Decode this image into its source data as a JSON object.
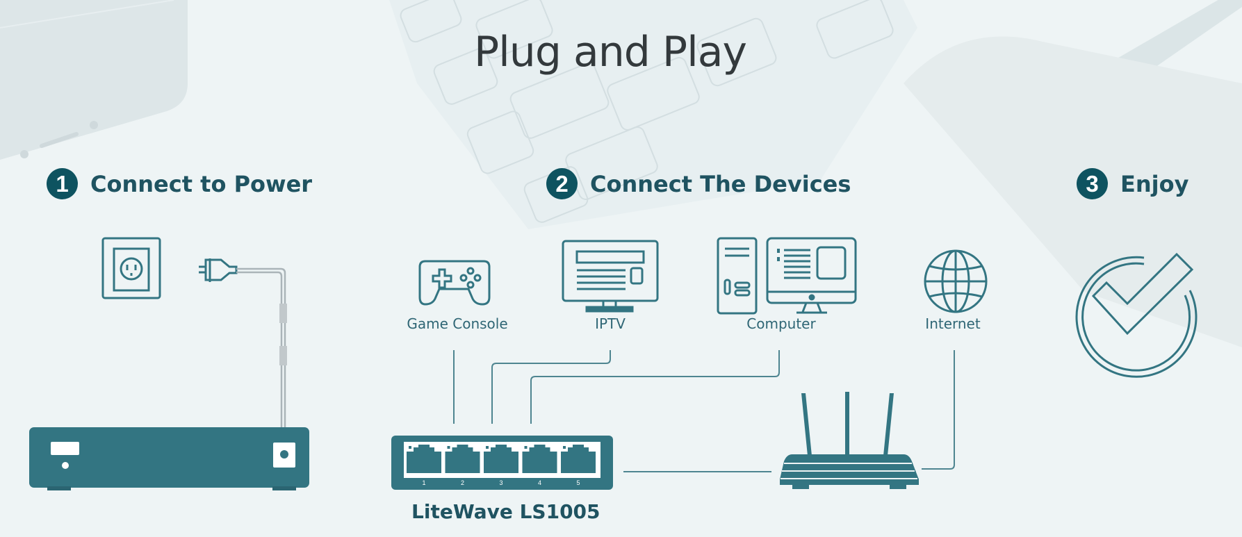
{
  "title": "Plug and Play",
  "steps": [
    {
      "number": "1",
      "label": "Connect to Power"
    },
    {
      "number": "2",
      "label": "Connect The Devices"
    },
    {
      "number": "3",
      "label": "Enjoy"
    }
  ],
  "devices": [
    {
      "label": "Game Console",
      "icon": "game-controller-icon"
    },
    {
      "label": "IPTV",
      "icon": "tv-icon"
    },
    {
      "label": "Computer",
      "icon": "desktop-computer-icon"
    },
    {
      "label": "Internet",
      "icon": "globe-icon"
    }
  ],
  "switch": {
    "product_name": "LiteWave LS1005",
    "port_labels": [
      "1",
      "2",
      "3",
      "4",
      "5"
    ]
  },
  "icons": [
    "power-outlet-icon",
    "power-plug-icon",
    "switch-rear-icon",
    "network-switch-icon",
    "router-icon",
    "checkmark-circle-icon"
  ],
  "colors": {
    "accent": "#0e5360",
    "device": "#337582",
    "text": "#1f5361",
    "background": "#eef4f5"
  }
}
